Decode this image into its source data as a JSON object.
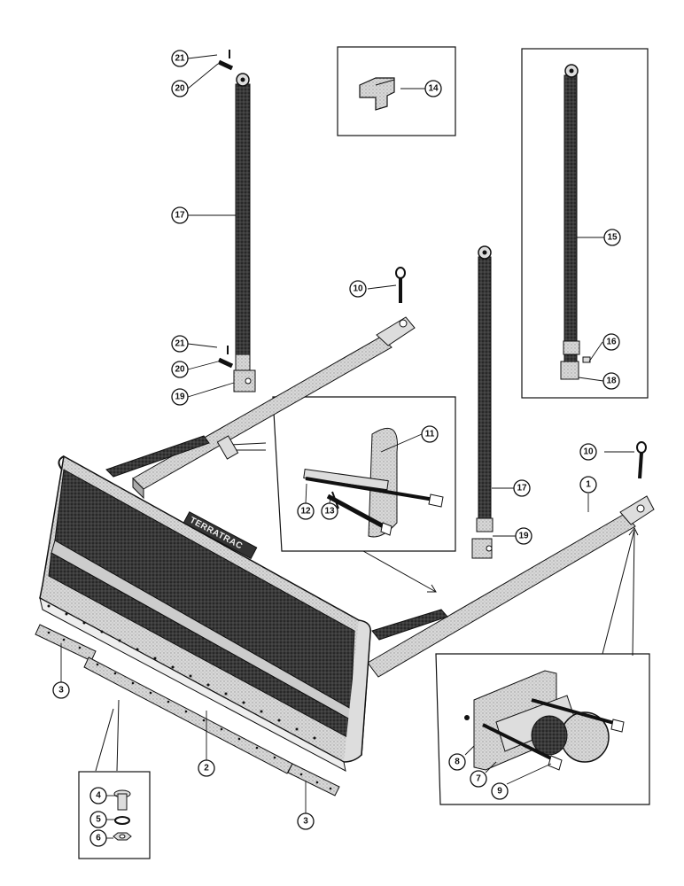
{
  "diagram": {
    "brand": "TERRATRAC",
    "callouts": [
      "1",
      "2",
      "3",
      "3",
      "4",
      "5",
      "6",
      "7",
      "8",
      "9",
      "10",
      "10",
      "11",
      "12",
      "13",
      "14",
      "15",
      "16",
      "17",
      "17",
      "18",
      "19",
      "19",
      "20",
      "20",
      "21",
      "21"
    ]
  },
  "colors": {
    "ink": "#111111",
    "metal_light": "#cfcfcf",
    "metal_mid": "#9a9a9a",
    "metal_dark": "#2b2b2b",
    "paper": "#ffffff"
  }
}
